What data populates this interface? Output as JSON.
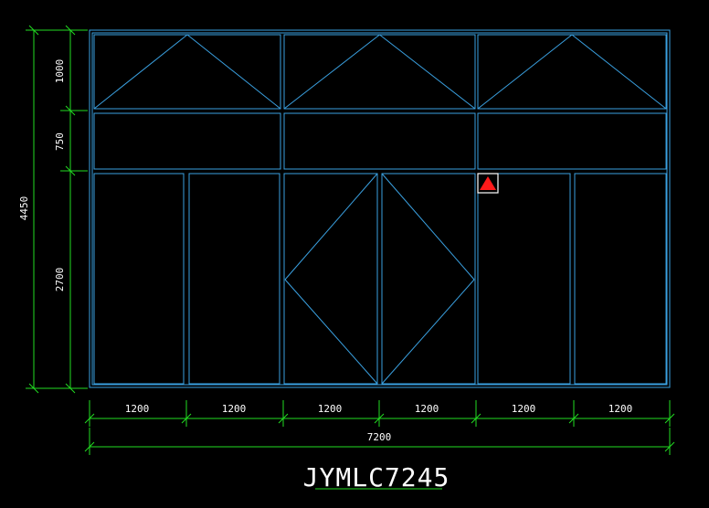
{
  "colors": {
    "background": "#000000",
    "window_lines": "#3aa0e0",
    "dimension_lines": "#22dd22",
    "text": "#ffffff",
    "warning_fill": "#ff1a1a",
    "warning_box": "#ffffff"
  },
  "window_code": "JYMLC7245",
  "dimensions": {
    "overall_height": "4450",
    "row_heights": [
      "1000",
      "750",
      "2700"
    ],
    "column_widths": [
      "1200",
      "1200",
      "1200",
      "1200",
      "1200",
      "1200"
    ],
    "overall_width": "7200"
  },
  "marker": {
    "icon": "warning-triangle-icon"
  }
}
